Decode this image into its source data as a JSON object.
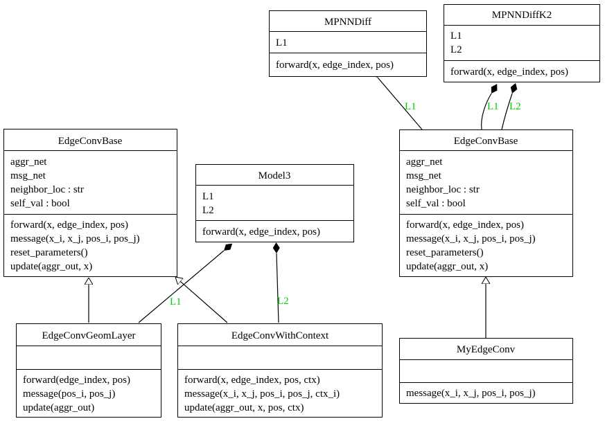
{
  "colors": {
    "label": "#00cc00",
    "line": "#000000",
    "box_fill": "#ffffff"
  },
  "classes": {
    "mpnndiff": {
      "name": "MPNNDiff",
      "attributes": [
        "L1"
      ],
      "methods": [
        "forward(x, edge_index, pos)"
      ]
    },
    "mpnndiffk2": {
      "name": "MPNNDiffK2",
      "attributes": [
        "L1",
        "L2"
      ],
      "methods": [
        "forward(x, edge_index, pos)"
      ]
    },
    "edgeconvbase_left": {
      "name": "EdgeConvBase",
      "attributes": [
        "aggr_net",
        "msg_net",
        "neighbor_loc : str",
        "self_val : bool"
      ],
      "methods": [
        "forward(x, edge_index, pos)",
        "message(x_i, x_j, pos_i, pos_j)",
        "reset_parameters()",
        "update(aggr_out, x)"
      ]
    },
    "model3": {
      "name": "Model3",
      "attributes": [
        "L1",
        "L2"
      ],
      "methods": [
        "forward(x, edge_index, pos)"
      ]
    },
    "edgeconvbase_right": {
      "name": "EdgeConvBase",
      "attributes": [
        "aggr_net",
        "msg_net",
        "neighbor_loc : str",
        "self_val : bool"
      ],
      "methods": [
        "forward(x, edge_index, pos)",
        "message(x_i, x_j, pos_i, pos_j)",
        "reset_parameters()",
        "update(aggr_out, x)"
      ]
    },
    "edgeconvgeomlayer": {
      "name": "EdgeConvGeomLayer",
      "attributes": [],
      "methods": [
        "forward(edge_index, pos)",
        "message(pos_i, pos_j)",
        "update(aggr_out)"
      ]
    },
    "edgeconvwithcontext": {
      "name": "EdgeConvWithContext",
      "attributes": [],
      "methods": [
        "forward(x, edge_index, pos, ctx)",
        "message(x_i, x_j, pos_i, pos_j, ctx_i)",
        "update(aggr_out, x, pos, ctx)"
      ]
    },
    "myedgeconv": {
      "name": "MyEdgeConv",
      "attributes": [],
      "methods": [
        "message(x_i, x_j, pos_i, pos_j)"
      ]
    }
  },
  "edges": {
    "mpnndiff_l1": {
      "label": "L1"
    },
    "mpnndiffk2_l1": {
      "label": "L1"
    },
    "mpnndiffk2_l2": {
      "label": "L2"
    },
    "model3_l1": {
      "label": "L1"
    },
    "model3_l2": {
      "label": "L2"
    }
  }
}
